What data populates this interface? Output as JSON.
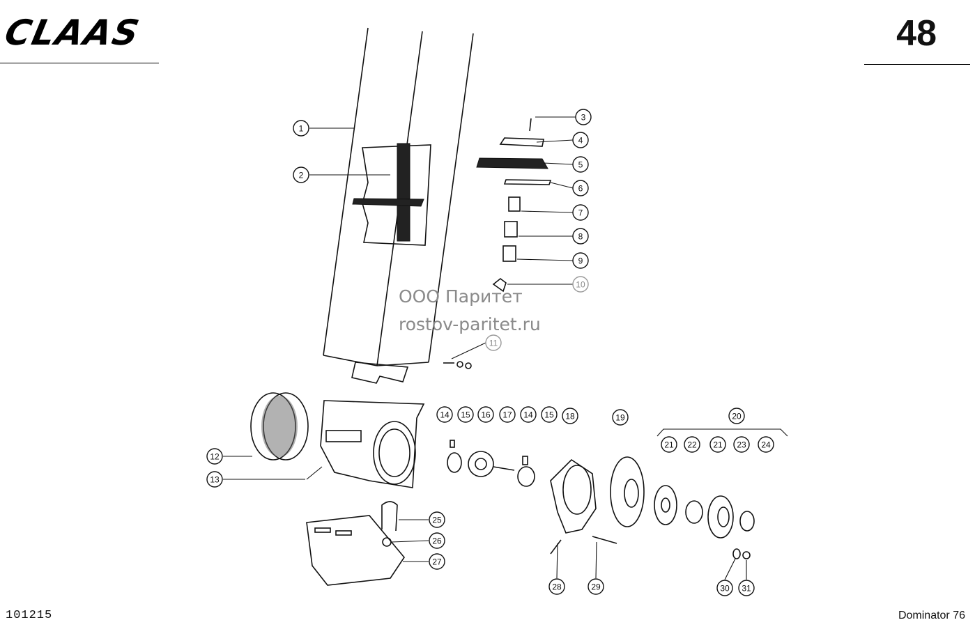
{
  "header": {
    "logo": "CLAAS",
    "page_number": "48"
  },
  "footer": {
    "drawing_code": "101215",
    "model": "Dominator 76"
  },
  "watermark": {
    "line1": "ООО Паритет",
    "line2": "rostov-paritet.ru"
  },
  "callouts": [
    "1",
    "2",
    "3",
    "4",
    "5",
    "6",
    "7",
    "8",
    "9",
    "10",
    "11",
    "12",
    "13",
    "14",
    "15",
    "16",
    "17",
    "14",
    "15",
    "18",
    "19",
    "20",
    "21",
    "22",
    "21",
    "23",
    "24",
    "25",
    "26",
    "27",
    "28",
    "29",
    "30",
    "31"
  ]
}
